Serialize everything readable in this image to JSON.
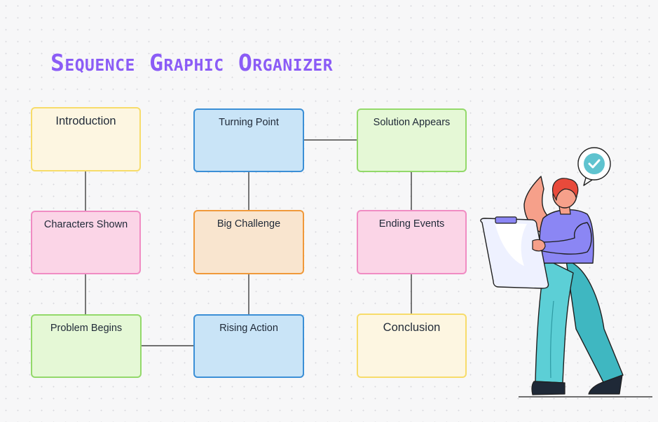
{
  "title": "Sequence Graphic Organizer",
  "boxes": {
    "introduction": "Introduction",
    "characters_shown": "Characters Shown",
    "problem_begins": "Problem Begins",
    "turning_point": "Turning Point",
    "big_challenge": "Big Challenge",
    "rising_action": "Rising Action",
    "solution_appears": "Solution Appears",
    "ending_events": "Ending Events",
    "conclusion": "Conclusion"
  },
  "colors": {
    "title": "#8b5cf6",
    "yellow": "#f7dc6a",
    "pink": "#f08cc3",
    "green": "#93d96a",
    "blue": "#3b8fd6",
    "orange": "#f0993a"
  }
}
